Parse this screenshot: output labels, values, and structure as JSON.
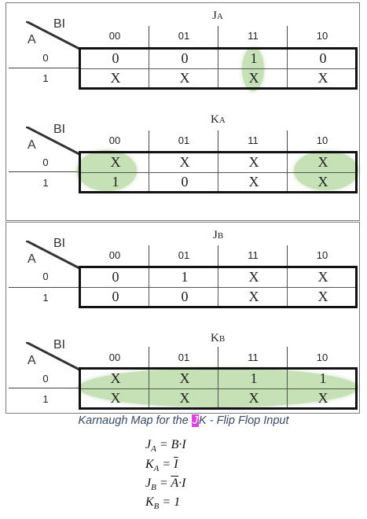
{
  "maps": [
    {
      "title_main": "J",
      "title_sub": "A",
      "row_var": "A",
      "col_var": "BI",
      "col_headers": [
        "00",
        "01",
        "11",
        "10"
      ],
      "row_headers": [
        "0",
        "1"
      ],
      "cells": [
        [
          "0",
          "0",
          "1",
          "0"
        ],
        [
          "X",
          "X",
          "X",
          "X"
        ]
      ]
    },
    {
      "title_main": "K",
      "title_sub": "A",
      "row_var": "A",
      "col_var": "BI",
      "col_headers": [
        "00",
        "01",
        "11",
        "10"
      ],
      "row_headers": [
        "0",
        "1"
      ],
      "cells": [
        [
          "X",
          "X",
          "X",
          "X"
        ],
        [
          "1",
          "0",
          "X",
          "X"
        ]
      ]
    },
    {
      "title_main": "J",
      "title_sub": "B",
      "row_var": "A",
      "col_var": "BI",
      "col_headers": [
        "00",
        "01",
        "11",
        "10"
      ],
      "row_headers": [
        "0",
        "1"
      ],
      "cells": [
        [
          "0",
          "1",
          "X",
          "X"
        ],
        [
          "0",
          "0",
          "X",
          "X"
        ]
      ]
    },
    {
      "title_main": "K",
      "title_sub": "B",
      "row_var": "A",
      "col_var": "BI",
      "col_headers": [
        "00",
        "01",
        "11",
        "10"
      ],
      "row_headers": [
        "0",
        "1"
      ],
      "cells": [
        [
          "X",
          "X",
          "1",
          "1"
        ],
        [
          "X",
          "X",
          "X",
          "X"
        ]
      ]
    }
  ],
  "caption": {
    "before": "Karnaugh Map for the ",
    "highlight": "J",
    "after": "K - Flip Flop Input"
  },
  "equations": [
    {
      "lhs": "J",
      "lhs_sub": "A",
      "rhs": "= B·I"
    },
    {
      "lhs": "K",
      "lhs_sub": "A",
      "rhs_pre": "= ",
      "rhs_ov": "I",
      "rhs_post": ""
    },
    {
      "lhs": "J",
      "lhs_sub": "B",
      "rhs_pre": "= ",
      "rhs_ov": "A",
      "rhs_post": "·I"
    },
    {
      "lhs": "K",
      "lhs_sub": "B",
      "rhs": "= 1"
    }
  ],
  "colors": {
    "group_fill": "#96c878",
    "caption_text": "#3a4a66",
    "caption_highlight": "#e040e0"
  }
}
